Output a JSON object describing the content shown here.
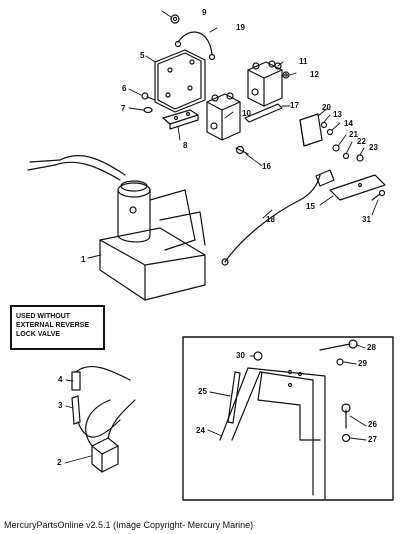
{
  "note": {
    "line1": "USED WITHOUT",
    "line2": "EXTERNAL REVERSE",
    "line3": "LOCK VALVE"
  },
  "callouts": {
    "c1": "1",
    "c2": "2",
    "c3": "3",
    "c4": "4",
    "c5": "5",
    "c6": "6",
    "c7": "7",
    "c8": "8",
    "c9": "9",
    "c10": "10",
    "c11": "11",
    "c12": "12",
    "c13": "13",
    "c14": "14",
    "c15": "15",
    "c16": "16",
    "c17": "17",
    "c18": "18",
    "c19": "19",
    "c20": "20",
    "c21": "21",
    "c22": "22",
    "c23": "23",
    "c24": "24",
    "c25": "25",
    "c26": "26",
    "c27": "27",
    "c28": "28",
    "c29": "29",
    "c30": "30",
    "c31": "31"
  },
  "footer": "MercuryPartsOnline v2.5.1 (Image Copyright- Mercury Marine)"
}
